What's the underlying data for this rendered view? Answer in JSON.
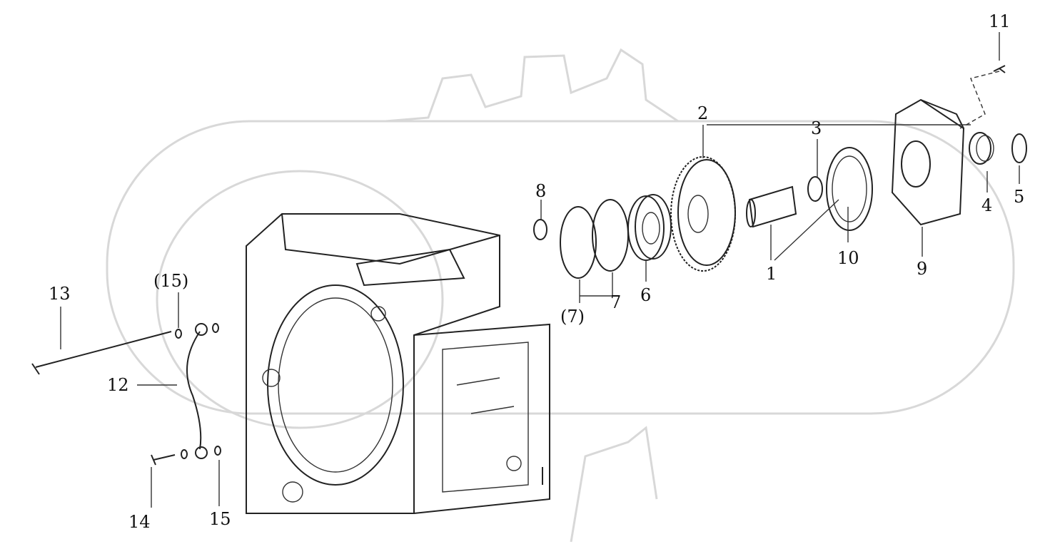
{
  "diagram": {
    "callouts": [
      "11",
      "2",
      "3",
      "8",
      "4",
      "5",
      "10",
      "1",
      "9",
      "(15)",
      "13",
      "(7)",
      "7",
      "6",
      "12",
      "14",
      "15"
    ],
    "colors": {
      "ink": "#222222",
      "watermark": "#d8d8d8",
      "background": "#ffffff"
    }
  }
}
